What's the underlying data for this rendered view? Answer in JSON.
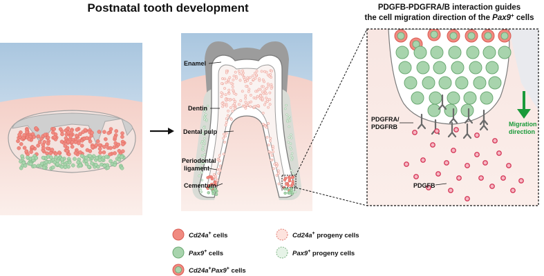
{
  "titles": {
    "left": "Postnatal tooth development",
    "right_line1": "PDGFB-PDGFRA/B interaction guides",
    "right_line2_pre": "the cell migration direction of the ",
    "right_line2_gene": "Pax9",
    "right_line2_sup": "+",
    "right_line2_post": " cells"
  },
  "tooth_labels": {
    "enamel": "Enamel",
    "dentin": "Dentin",
    "dental_pulp": "Dental pulp",
    "periodontal_1": "Periodontal",
    "periodontal_2": "ligament",
    "cementum": "Cementum"
  },
  "zoom_labels": {
    "receptor_1": "PDGFRA/",
    "receptor_2": "PDGFRB",
    "ligand": "PDGFB",
    "migration_1": "Migration",
    "migration_2": "direction"
  },
  "legend": {
    "cd24a": {
      "gene": "Cd24a",
      "sup": "+",
      "text": " cells"
    },
    "cd24a_progeny": {
      "gene": "Cd24a",
      "sup": "+",
      "text": " progeny cells"
    },
    "pax9": {
      "gene": "Pax9",
      "sup": "+",
      "text": " cells"
    },
    "pax9_progeny": {
      "gene": "Pax9",
      "sup": "+",
      "text": " progeny cells"
    },
    "double": {
      "gene1": "Cd24a",
      "sup1": "+",
      "gene2": "Pax9",
      "sup2": "+",
      "text": " cells"
    }
  },
  "colors": {
    "cd24a": "#f08a80",
    "cd24a_stroke": "#d85a52",
    "pax9": "#a8d4ad",
    "pax9_stroke": "#6aa872",
    "ligand": "#d63a5a",
    "arrow_green": "#1a9a3a",
    "enamel": "#9a9a9a",
    "gum": "#f6d6d0"
  }
}
